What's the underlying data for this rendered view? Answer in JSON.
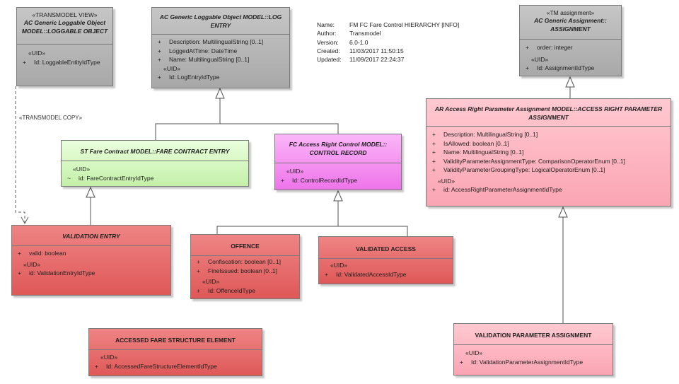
{
  "meta": {
    "name_label": "Name:",
    "name": "FM FC Fare Control HIERARCHY [INFO]",
    "author_label": "Author:",
    "author": "Transmodel",
    "version_label": "Version:",
    "version": "6.0-1.0",
    "created_label": "Created:",
    "created": "11/03/2017 11:50:15",
    "updated_label": "Updated:",
    "updated": "11/09/2017 22:24:37"
  },
  "connector_label": "«TRANSMODEL COPY»",
  "boxes": {
    "loggable_view": {
      "stereotype": "«TRANSMODEL VIEW»",
      "title": "AC Generic Loggable Object MODEL::LOGGABLE OBJECT",
      "uid": "«UID»",
      "attrs": [
        {
          "vis": "+",
          "text": "Id: LoggableEntityIdType"
        }
      ]
    },
    "log_entry": {
      "title": "AC Generic Loggable Object  MODEL::LOG ENTRY",
      "attrs": [
        {
          "vis": "+",
          "text": "Description: MultilingualString [0..1]"
        },
        {
          "vis": "+",
          "text": "LoggedAtTime: DateTime"
        },
        {
          "vis": "+",
          "text": "Name: MultilingualString [0..1]"
        }
      ],
      "uid": "«UID»",
      "ids": [
        {
          "vis": "+",
          "text": "Id: LogEntryIdType"
        }
      ]
    },
    "tm_assignment": {
      "stereotype": "«TM assignment»",
      "title": "AC Generic Assignment:: ASSIGNMENT",
      "attrs": [
        {
          "vis": "+",
          "text": "order: integer"
        }
      ],
      "uid": "«UID»",
      "ids": [
        {
          "vis": "+",
          "text": "Id: AssignmentIdType"
        }
      ]
    },
    "fare_contract_entry": {
      "title": "ST Fare Contract MODEL::FARE CONTRACT ENTRY",
      "uid": "«UID»",
      "ids": [
        {
          "vis": "~",
          "text": "id: FareContractEntryIdType"
        }
      ]
    },
    "control_record": {
      "title": "FC Access Right Control MODEL:: CONTROL RECORD",
      "uid": "«UID»",
      "ids": [
        {
          "vis": "+",
          "text": "Id: ControlRecordIdType"
        }
      ]
    },
    "ar_param_assignment": {
      "title": "AR Access Right Parameter Assignment MODEL::ACCESS RIGHT PARAMETER ASSIGNMENT",
      "attrs": [
        {
          "vis": "+",
          "text": "Description: MultilingualString [0..1]"
        },
        {
          "vis": "+",
          "text": "IsAllowed: boolean [0..1]"
        },
        {
          "vis": "+",
          "text": "Name: MultilingualString [0..1]"
        },
        {
          "vis": "+",
          "text": "ValidityParameterAssignmentType: ComparisonOperatorEnum [0..1]"
        },
        {
          "vis": "+",
          "text": "ValidityParameterGroupingType: LogicalOperatorEnum [0..1]"
        }
      ],
      "uid": "«UID»",
      "ids": [
        {
          "vis": "+",
          "text": "id: AccessRightParameterAssignmentIdType"
        }
      ]
    },
    "validation_entry": {
      "title": "VALIDATION ENTRY",
      "attrs": [
        {
          "vis": "+",
          "text": "valid: boolean"
        }
      ],
      "uid": "«UID»",
      "ids": [
        {
          "vis": "+",
          "text": "id: ValidationEntryIdType"
        }
      ]
    },
    "offence": {
      "title": "OFFENCE",
      "attrs": [
        {
          "vis": "+",
          "text": "Confiscation: boolean [0..1]"
        },
        {
          "vis": "+",
          "text": "FineIssued: boolean [0..1]"
        }
      ],
      "uid": "«UID»",
      "ids": [
        {
          "vis": "+",
          "text": "Id: OffenceIdType"
        }
      ]
    },
    "validated_access": {
      "title": "VALIDATED ACCESS",
      "uid": "«UID»",
      "ids": [
        {
          "vis": "+",
          "text": "Id: ValidatedAccessIdType"
        }
      ]
    },
    "accessed_fare": {
      "title": "ACCESSED FARE STRUCTURE ELEMENT",
      "uid": "«UID»",
      "ids": [
        {
          "vis": "+",
          "text": "Id: AccessedFareStructureElementIdType"
        }
      ]
    },
    "validation_param": {
      "title": "VALIDATION PARAMETER ASSIGNMENT",
      "uid": "«UID»",
      "ids": [
        {
          "vis": "+",
          "text": "Id: ValidationParameterAssignmentIdType"
        }
      ]
    }
  }
}
